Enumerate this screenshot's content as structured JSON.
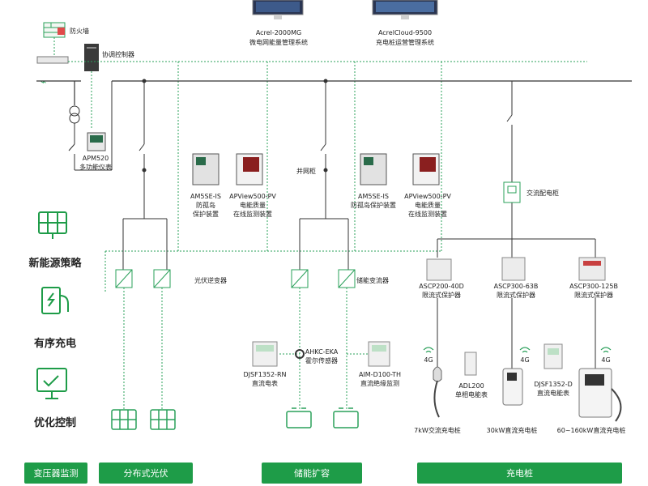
{
  "colors": {
    "green": "#1e9c48",
    "line": "#333333",
    "dashed": "#2aa05a"
  },
  "top_systems": [
    {
      "model": "Acrel-2000MG",
      "desc": "微电网能量管理系统"
    },
    {
      "model": "AcrelCloud-9500",
      "desc": "充电桩运营管理系统"
    }
  ],
  "firewall": "防火墙",
  "coordinator": "协调控制器",
  "apm": {
    "model": "APM520",
    "desc": "多功能仪表"
  },
  "pv_protect": [
    {
      "model": "AM5SE-IS",
      "l1": "防孤岛",
      "l2": "保护装置"
    },
    {
      "model": "APView500-PV",
      "l1": "电能质量",
      "l2": "在线监测装置"
    }
  ],
  "st_protect": [
    {
      "model": "AM5SE-IS",
      "l1": "防孤岛保护装置"
    },
    {
      "model": "APView500-PV",
      "l1": "电能质量",
      "l2": "在线监测装置"
    }
  ],
  "grid_cab": "并网柜",
  "ac_cab": "交流配电柜",
  "pv_inverter": "光伏逆变器",
  "pcs": "储能变流器",
  "storage_meters": [
    {
      "model": "DJSF1352-RN",
      "desc": "直流电表"
    },
    {
      "model": "AHKC-EKA",
      "desc": "霍尔传感器"
    },
    {
      "model": "AIM-D100-TH",
      "desc": "直流绝缘监测"
    }
  ],
  "charger_protect": [
    {
      "model": "ASCP200-40D",
      "desc": "限流式保护器"
    },
    {
      "model": "ASCP300-63B",
      "desc": "限流式保护器"
    },
    {
      "model": "ASCP300-125B",
      "desc": "限流式保护器"
    }
  ],
  "adl": {
    "model": "ADL200",
    "desc": "单相电能表"
  },
  "djsf_d": {
    "model": "DJSF1352-D",
    "desc": "直流电能表"
  },
  "fourg": "4G",
  "chargers": [
    "7kW交流充电桩",
    "30kW直流充电桩",
    "60~160kW直流充电桩"
  ],
  "strategies": [
    "新能源策略",
    "有序充电",
    "优化控制"
  ],
  "legend": [
    "变压器监测",
    "分布式光伏",
    "储能扩容",
    "充电桩"
  ]
}
